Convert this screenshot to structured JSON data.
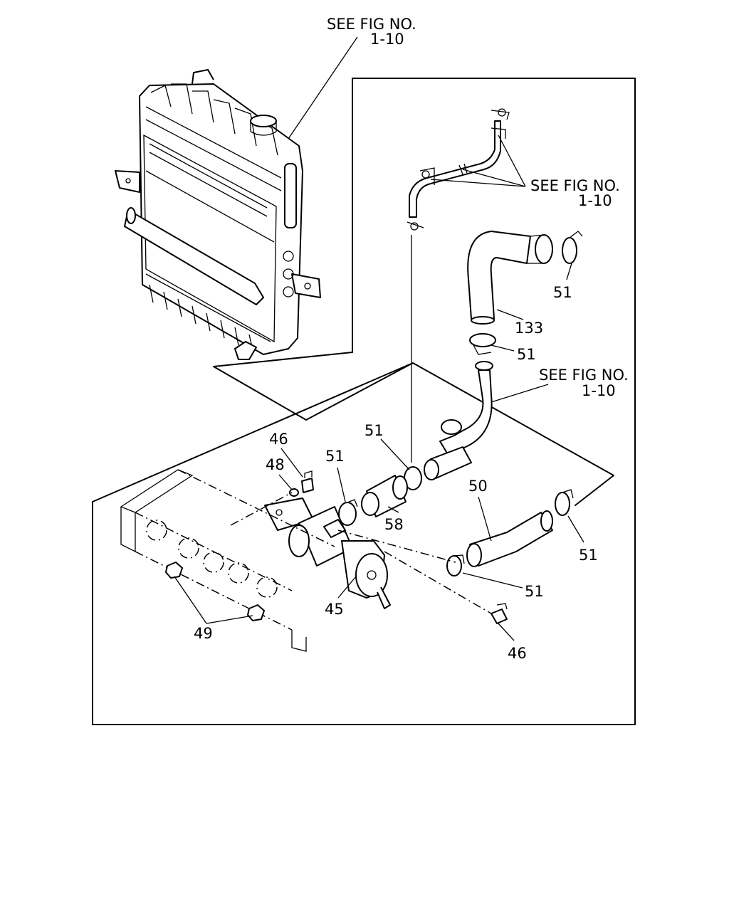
{
  "diagram": {
    "references": {
      "radiator_ref": [
        "SEE FIG NO.",
        "1-10"
      ],
      "bypass_pipe_ref": [
        "SEE FIG NO.",
        "1-10"
      ],
      "lower_pipe_ref": [
        "SEE FIG NO.",
        "1-10"
      ]
    },
    "callouts": {
      "clamp_upper_right": "51",
      "upper_hose": "133",
      "clamp_upper_hose_bottom": "51",
      "clamp_mid": "51",
      "clamp_left": "51",
      "bolt_top": "46",
      "washer": "48",
      "short_hose": "58",
      "lower_hose": "50",
      "clamp_right": "51",
      "clamp_lower": "51",
      "thermostat_housing": "45",
      "nuts": "49",
      "bolt_bottom": "46"
    }
  }
}
